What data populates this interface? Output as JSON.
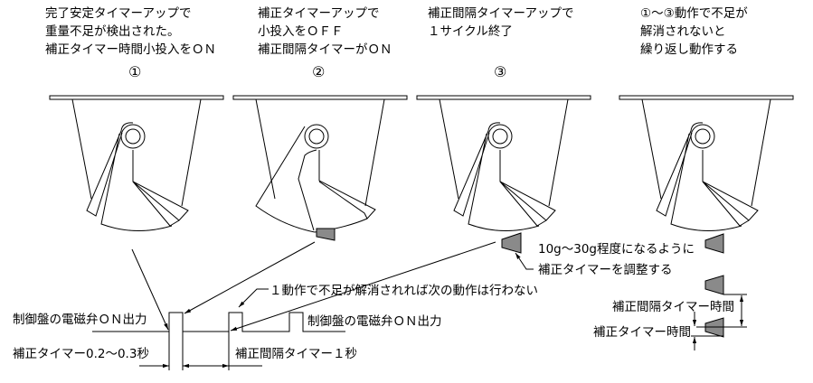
{
  "steps": [
    {
      "number": "①",
      "lines": [
        "完了安定タイマーアップで",
        "重量不足が検出された。",
        "補正タイマー時間小投入をＯＮ"
      ]
    },
    {
      "number": "②",
      "lines": [
        "補正タイマーアップで",
        "小投入をＯＦＦ",
        "補正間隔タイマーがＯＮ"
      ]
    },
    {
      "number": "③",
      "lines": [
        "補正間隔タイマーアップで",
        "１サイクル終了"
      ]
    },
    {
      "lines": [
        "①～③動作で不足が",
        "解消されないと",
        "繰り返し動作する"
      ]
    }
  ],
  "timing": {
    "output_label_left": "制御盤の電磁弁ＯＮ出力",
    "output_label_right": "制御盤の電磁弁ＯＮ出力",
    "note": "１動作で不足が解消されれば次の動作は行わない",
    "correction_timer": "補正タイマー0.2～0.3秒",
    "interval_timer": "補正間隔タイマー１秒"
  },
  "adjust": {
    "line1": "10g～30g程度になるように",
    "line2": "補正タイマーを調整する"
  },
  "legend": {
    "interval_time": "補正間隔タイマー時間",
    "correction_time": "補正タイマー時間"
  }
}
